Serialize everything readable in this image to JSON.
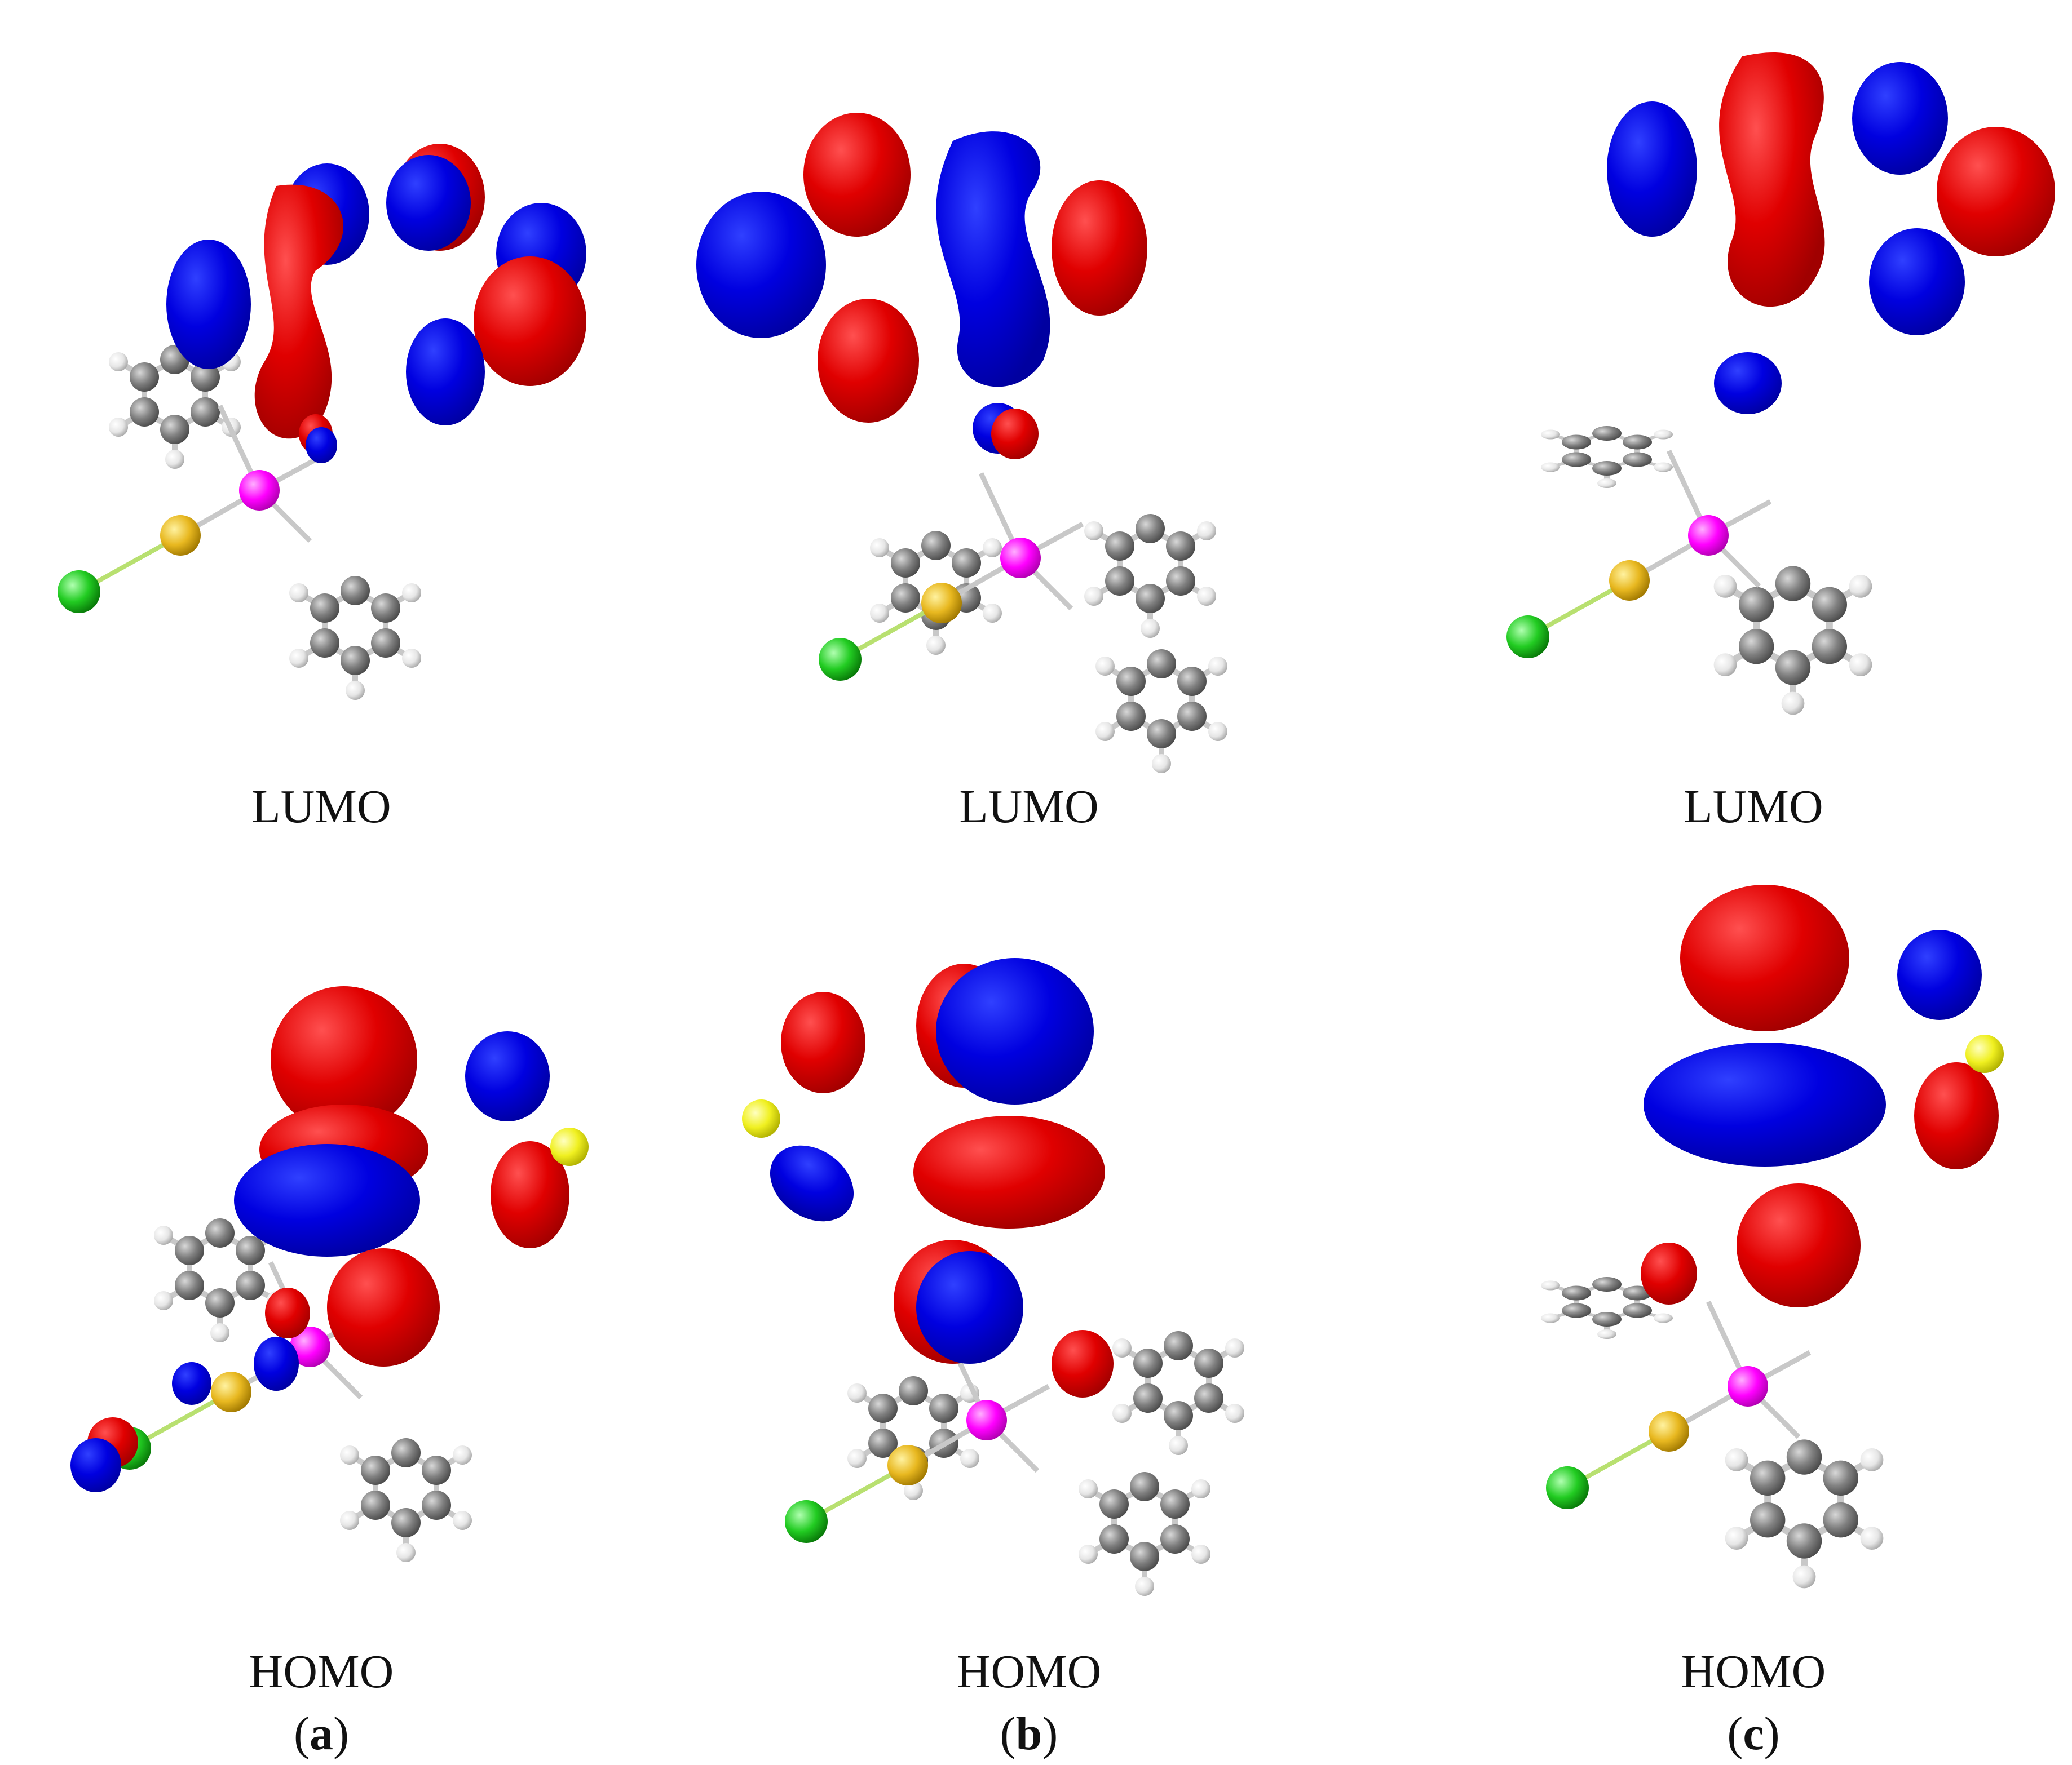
{
  "panels": [
    {
      "id": "a",
      "lumo_label": "LUMO",
      "homo_label": "HOMO",
      "paren_open": "(",
      "letter": "a",
      "paren_close": ")"
    },
    {
      "id": "b",
      "lumo_label": "LUMO",
      "homo_label": "HOMO",
      "paren_open": "(",
      "letter": "b",
      "paren_close": ")"
    },
    {
      "id": "c",
      "lumo_label": "LUMO",
      "homo_label": "HOMO",
      "paren_open": "(",
      "letter": "c",
      "paren_close": ")"
    }
  ],
  "colors": {
    "orbital_positive": "#e00000",
    "orbital_negative": "#0000e0",
    "carbon": "#808080",
    "hydrogen": "#e8e8e8",
    "phosphorus": "#ff00ff",
    "sulfur": "#e8b820",
    "chlorine": "#22cc22",
    "sulfur_ring": "#f0f020",
    "bond": "#c8c8c8"
  }
}
